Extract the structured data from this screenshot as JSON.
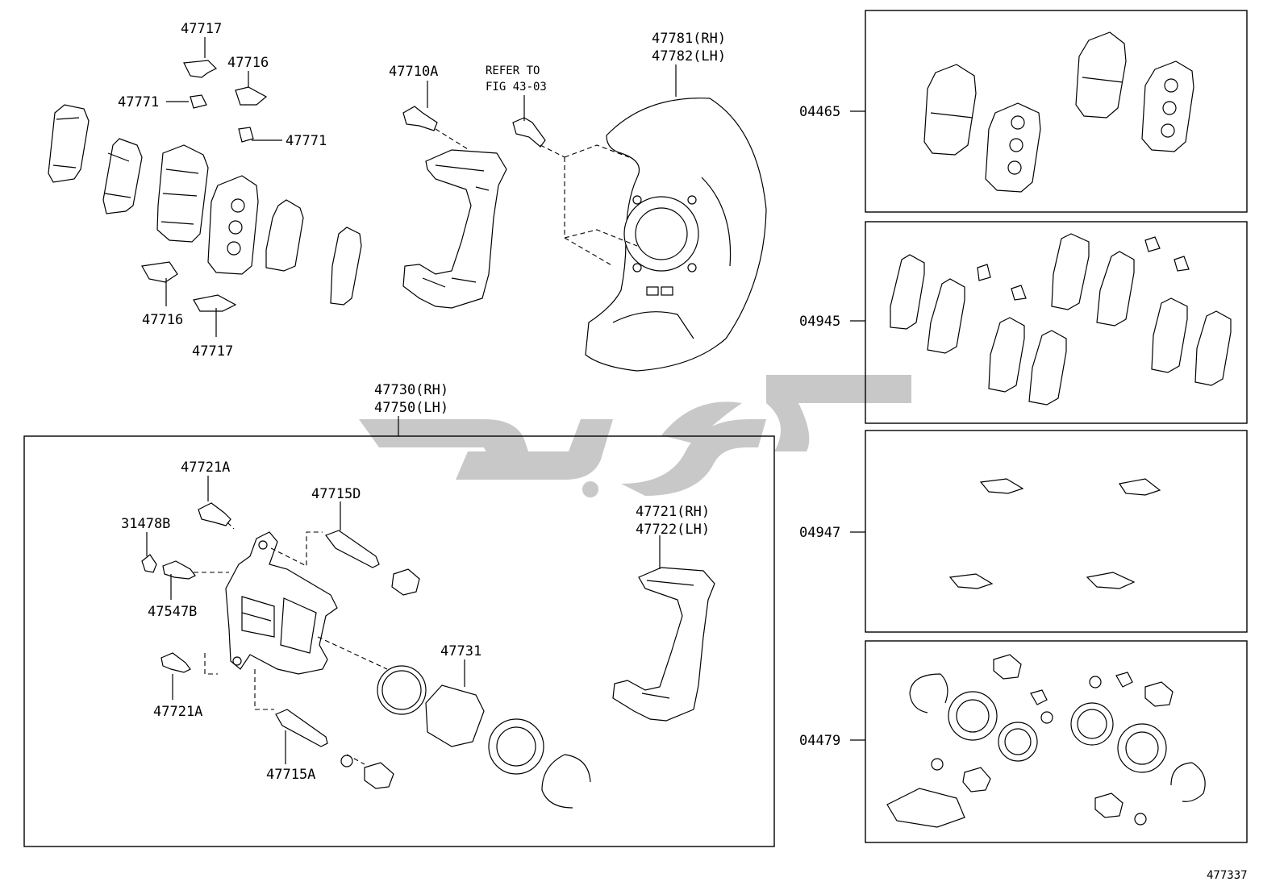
{
  "diagram": {
    "figure_number": "477337",
    "pad_labels": {
      "shim_upper": "47717",
      "shim_mid": "47716",
      "clip_a": "47771",
      "clip_b": "47771",
      "shim_low_a": "47716",
      "shim_low_b": "47717"
    },
    "bolt_label": "47710A",
    "refer_line1": "REFER TO",
    "refer_line2": "FIG 43-03",
    "dust_cover_rh": "47781(RH)",
    "dust_cover_lh": "47782(LH)",
    "caliper_rh": "47730(RH)",
    "caliper_lh": "47750(LH)",
    "caliper_parts": {
      "bolt_top": "47721A",
      "bleeder_cap": "31478B",
      "bleeder": "47547B",
      "bolt_bottom": "47721A",
      "pin_top": "47715D",
      "pin_bottom": "47715A",
      "piston": "47731",
      "mounting_rh": "47721(RH)",
      "mounting_lh": "47722(LH)"
    },
    "kits": [
      {
        "code": "04465"
      },
      {
        "code": "04945"
      },
      {
        "code": "04947"
      },
      {
        "code": "04479"
      }
    ]
  },
  "colors": {
    "line": "#000000",
    "watermark": "#c8c8c8",
    "background": "#ffffff"
  }
}
